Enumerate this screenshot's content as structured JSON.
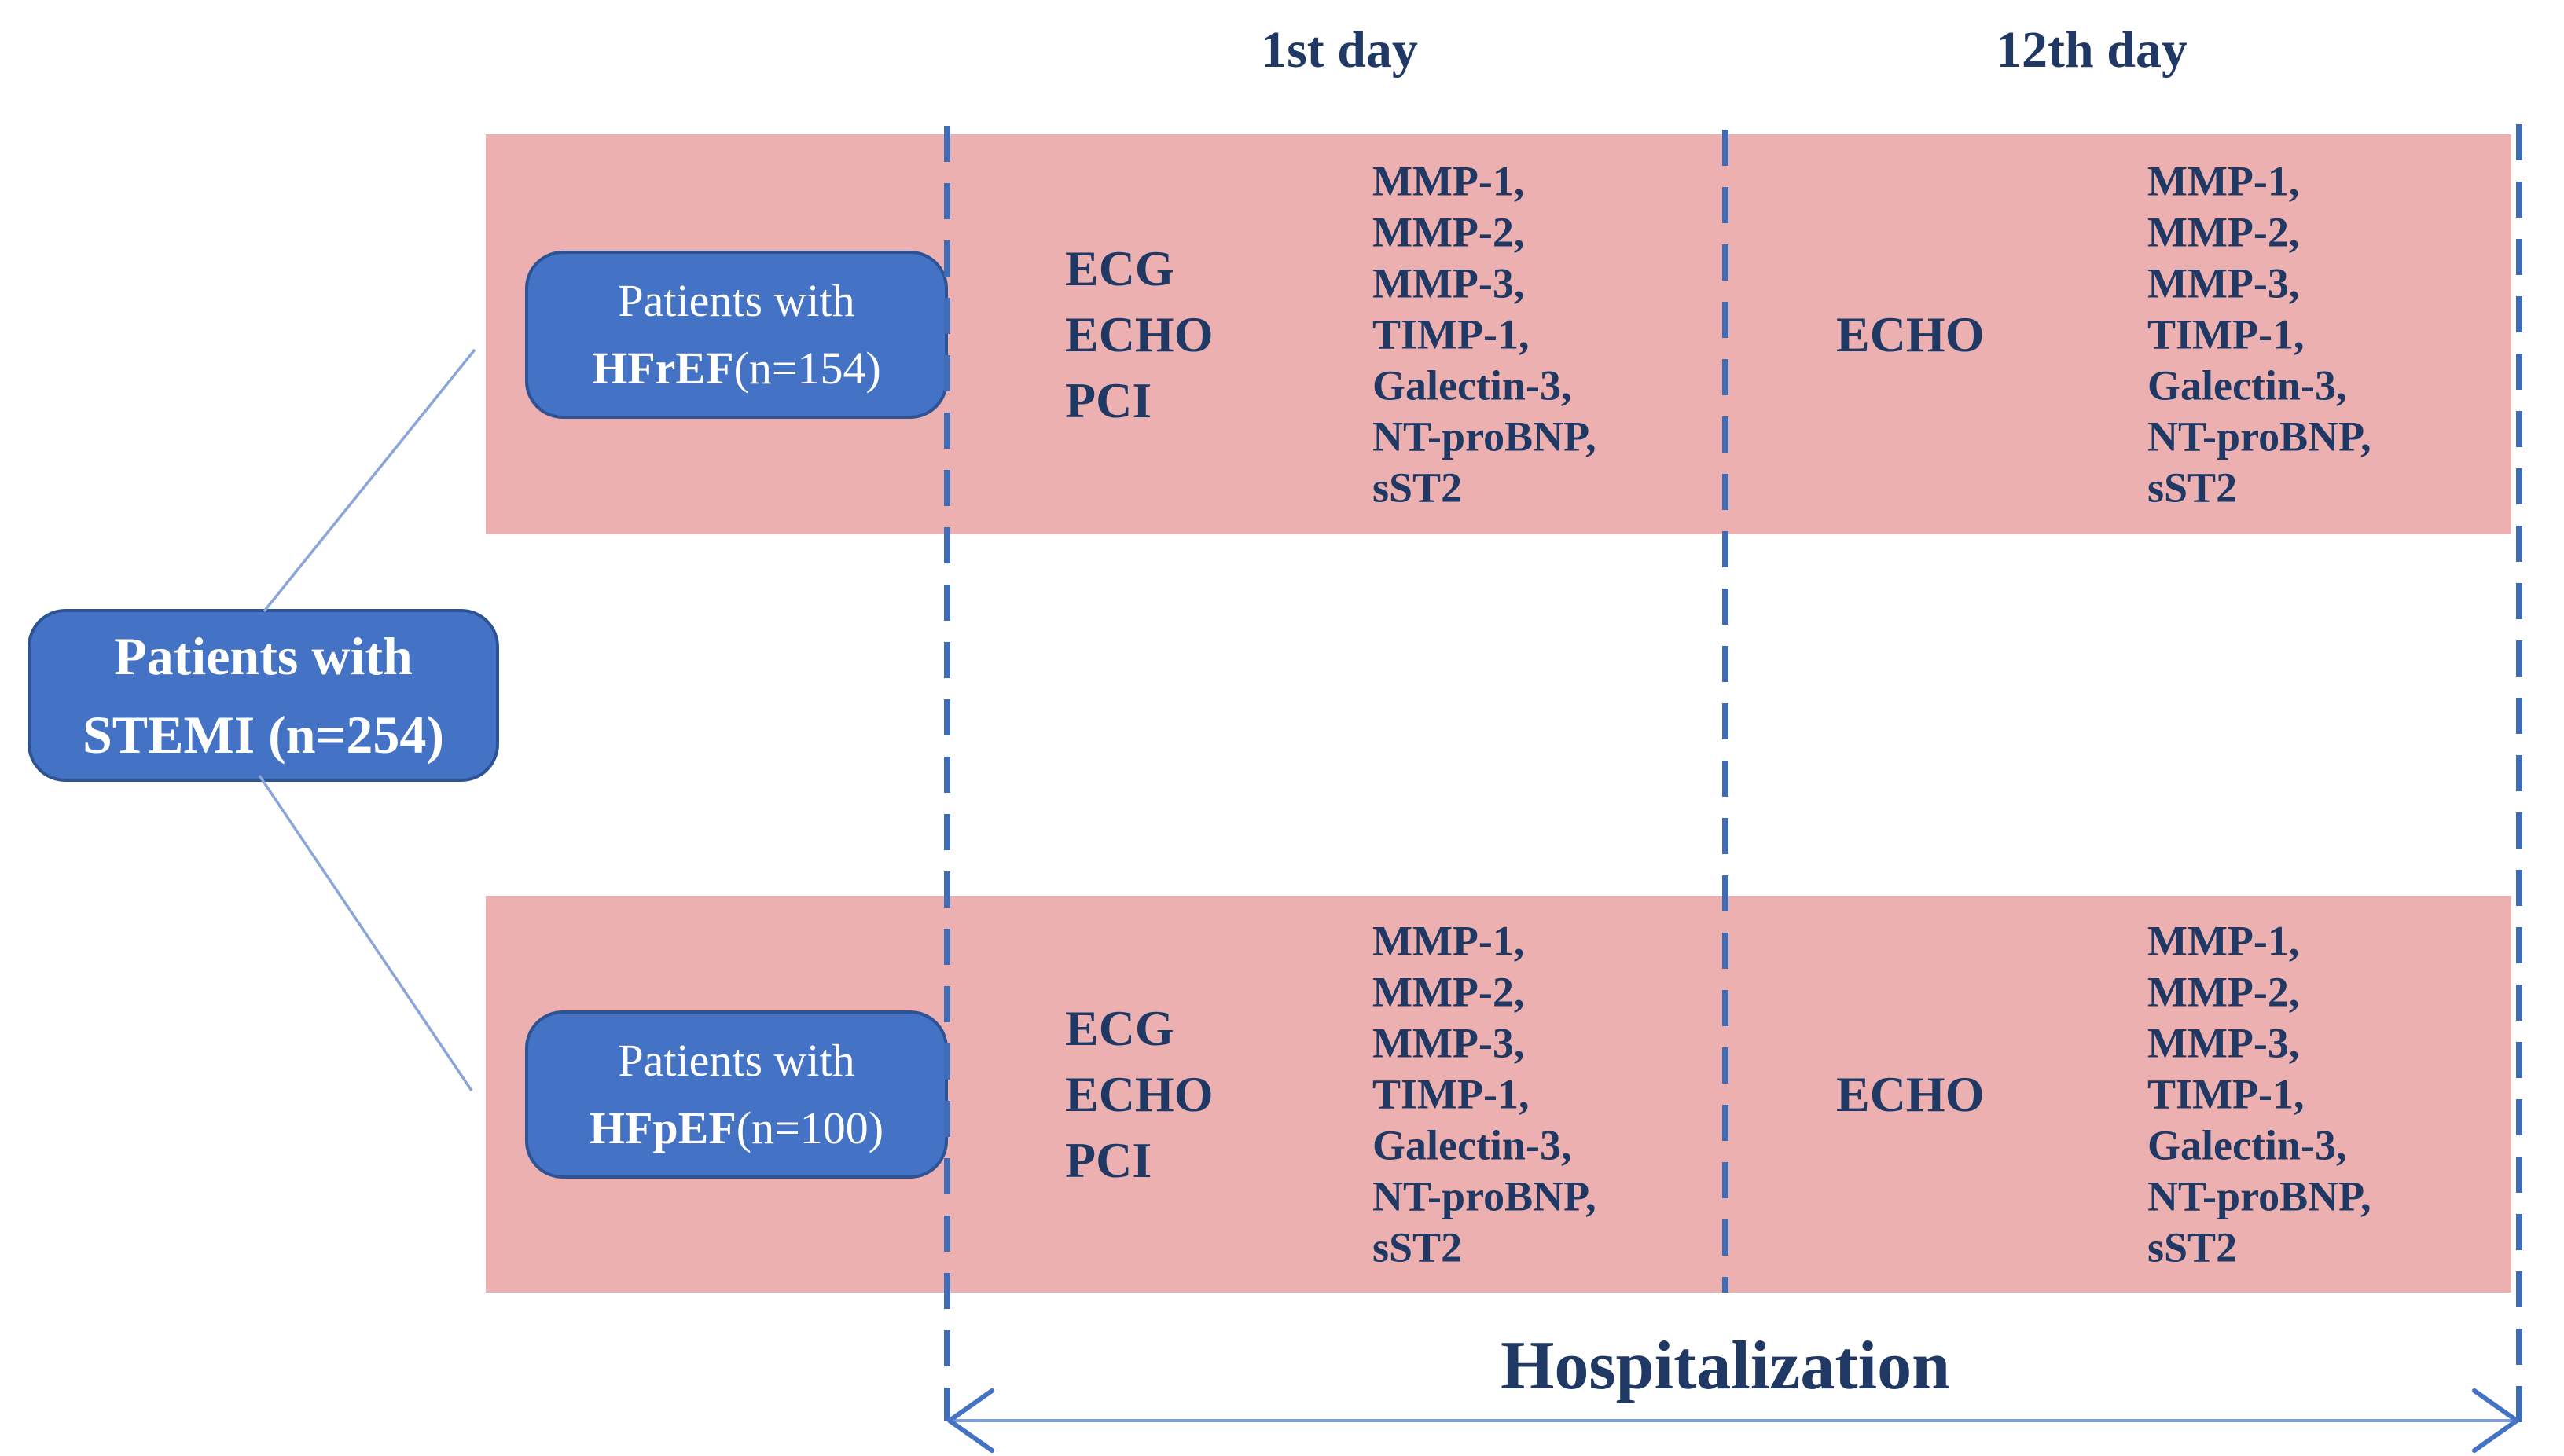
{
  "figure": {
    "day1_label": "1st day",
    "day12_label": "12th day",
    "hospitalization_label": "Hospitalization",
    "root_box": {
      "line1": "Patients with",
      "line2": "STEMI (n=254)"
    },
    "groups": [
      {
        "box_line1": "Patients with",
        "box_name_bold": "HFrEF",
        "box_n": "(n=154)",
        "day1_procedures": [
          "ECG",
          "ECHO",
          "PCI"
        ],
        "day1_biomarkers": [
          "MMP-1,",
          "MMP-2,",
          "MMP-3,",
          "TIMP-1,",
          "Galectin-3,",
          "NT-proBNP,",
          "sST2"
        ],
        "day12_procedure": "ECHO",
        "day12_biomarkers": [
          "MMP-1,",
          "MMP-2,",
          "MMP-3,",
          "TIMP-1,",
          "Galectin-3,",
          "NT-proBNP,",
          "sST2"
        ]
      },
      {
        "box_line1": "Patients with",
        "box_name_bold": "HFpEF",
        "box_n": "(n=100)",
        "day1_procedures": [
          "ECG",
          "ECHO",
          "PCI"
        ],
        "day1_biomarkers": [
          "MMP-1,",
          "MMP-2,",
          "MMP-3,",
          "TIMP-1,",
          "Galectin-3,",
          "NT-proBNP,",
          "sST2"
        ],
        "day12_procedure": "ECHO",
        "day12_biomarkers": [
          "MMP-1,",
          "MMP-2,",
          "MMP-3,",
          "TIMP-1,",
          "Galectin-3,",
          "NT-proBNP,",
          "sST2"
        ]
      }
    ],
    "colors": {
      "band_pink": "#ecb0b0",
      "box_blue": "#4472c4",
      "box_border_blue": "#2e5395",
      "text_navy": "#1f3864",
      "dashed_line_blue": "#3f6cb5",
      "connector_blue": "#8aa5d8",
      "text_white": "#ffffff"
    }
  }
}
